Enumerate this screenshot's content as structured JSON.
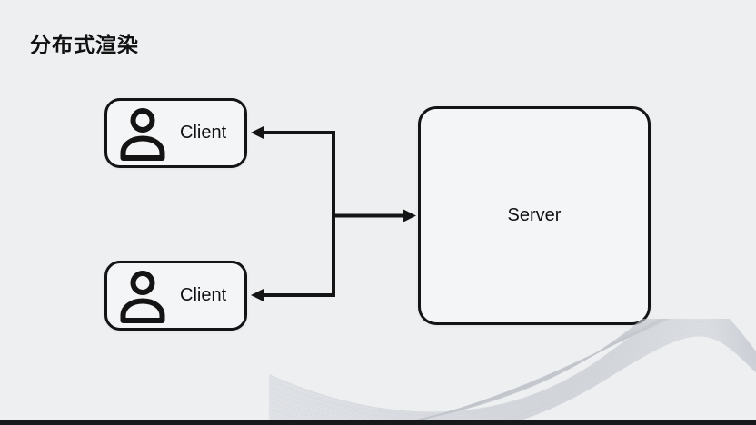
{
  "title": "分布式渲染",
  "nodes": {
    "client_top": {
      "label": "Client",
      "icon": "person-icon"
    },
    "client_bottom": {
      "label": "Client",
      "icon": "person-icon"
    },
    "server": {
      "label": "Server"
    }
  },
  "connections": [
    {
      "from": "server-branch",
      "to": "client_top",
      "direction": "left"
    },
    {
      "from": "server-branch",
      "to": "client_bottom",
      "direction": "left"
    },
    {
      "from": "clients-branch",
      "to": "server",
      "direction": "right"
    }
  ],
  "colors": {
    "background": "#edeff1",
    "node_fill": "#f4f5f7",
    "stroke": "#141414",
    "text": "#111111",
    "wave": "#c3c7cd",
    "bottom_bar": "#17181a"
  }
}
